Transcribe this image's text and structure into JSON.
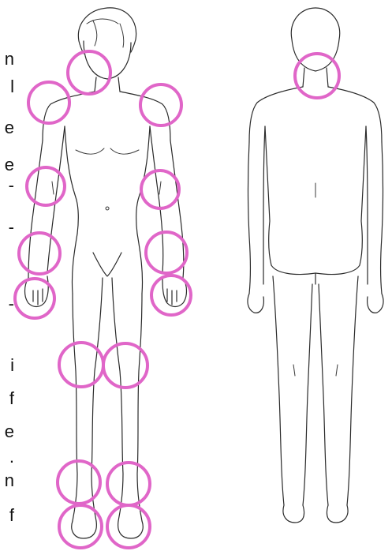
{
  "margin_text": [
    "n",
    "l",
    "e",
    "e",
    "-",
    "-",
    "-",
    "i",
    "f",
    "e",
    ".",
    "n",
    "f"
  ],
  "figures": {
    "front": {
      "view": "front",
      "marked_joints": [
        "neck",
        "left-shoulder",
        "right-shoulder",
        "left-elbow",
        "right-elbow",
        "left-wrist",
        "right-wrist",
        "left-hand",
        "right-hand",
        "left-knee",
        "right-knee",
        "left-ankle",
        "right-ankle",
        "left-foot",
        "right-foot"
      ]
    },
    "back": {
      "view": "back",
      "marked_joints": [
        "neck"
      ]
    }
  },
  "colors": {
    "joint_marker": "#e066c8",
    "outline": "#2a2a2a",
    "background": "#ffffff"
  }
}
